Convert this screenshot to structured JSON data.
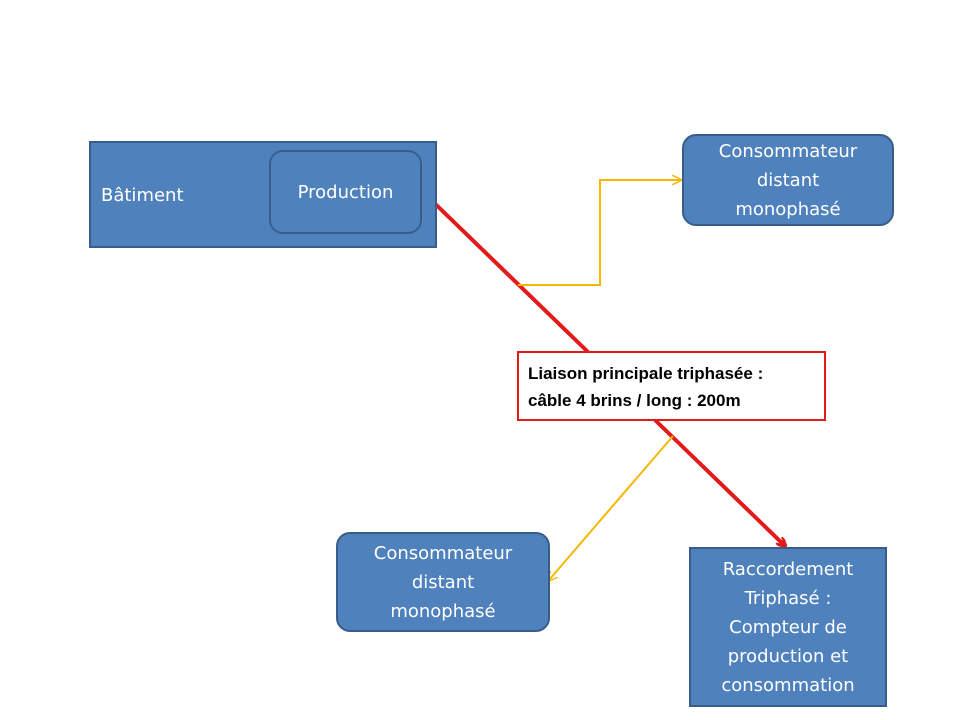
{
  "colors": {
    "box_fill": "#4f81bd",
    "box_border": "#385d8a",
    "main_link": "#e21a1a",
    "branch_link": "#f5b800"
  },
  "nodes": {
    "batiment": {
      "label": "Bâtiment"
    },
    "production": {
      "label": "Production"
    },
    "consumer_top": {
      "lines": [
        "Consommateur",
        "distant",
        "monophasé"
      ]
    },
    "consumer_bottom": {
      "lines": [
        "Consommateur",
        "distant",
        "monophasé"
      ]
    },
    "raccordement": {
      "lines": [
        "Raccordement",
        "Triphasé :",
        "Compteur de",
        "production et",
        "consommation"
      ]
    }
  },
  "callout": {
    "lines": [
      "Liaison principale triphasée :",
      "câble 4 brins / long : 200m"
    ]
  }
}
